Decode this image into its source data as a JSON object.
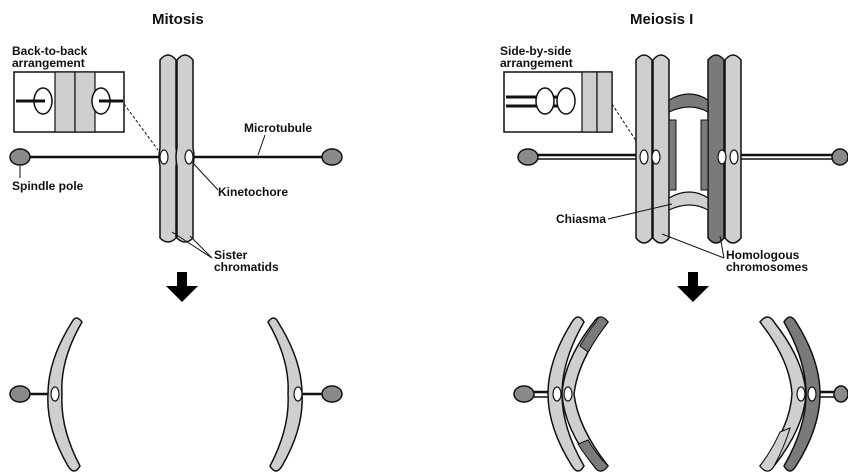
{
  "titles": {
    "left": "Mitosis",
    "right": "Meiosis I"
  },
  "inset_labels": {
    "left_line1": "Back-to-back",
    "left_line2": "arrangement",
    "right_line1": "Side-by-side",
    "right_line2": "arrangement"
  },
  "labels": {
    "microtubule": "Microtubule",
    "spindle_pole": "Spindle pole",
    "kinetochore": "Kinetochore",
    "sister_line1": "Sister",
    "sister_line2": "chromatids",
    "chiasma": "Chiasma",
    "homologous_line1": "Homologous",
    "homologous_line2": "chromosomes"
  },
  "colors": {
    "light_chromatid": "#cfcfcf",
    "dark_chromatid": "#7a7a7a",
    "outline": "#111111",
    "pole": "#8a8a8a",
    "arrow": "#000000"
  }
}
